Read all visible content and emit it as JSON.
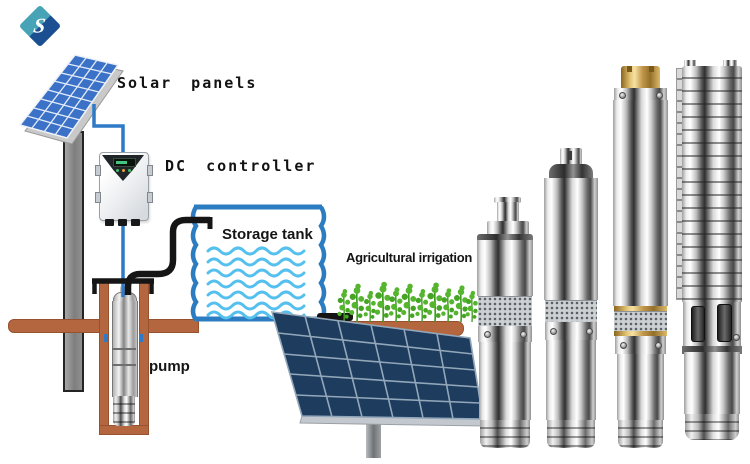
{
  "logo": {
    "letter": "S",
    "color_top": "#46a4b6",
    "color_bottom": "#1b4f91"
  },
  "labels": {
    "solar_panels": "Solar panels",
    "dc_controller": "DC controller",
    "storage_tank": "Storage tank",
    "agricultural_irrigation": "Agricultural irrigation",
    "pump": "pump"
  },
  "scene": {
    "description_components": [
      "small-solar-panel",
      "mount-pole",
      "wire",
      "dc-controller-box",
      "storage-tank",
      "delivery-pipe",
      "wellhead-clamp",
      "borehole-well",
      "submersible-pump-in-well",
      "ground",
      "crops",
      "large-solar-panel",
      "product-pump-1",
      "product-pump-2",
      "product-pump-3",
      "product-pump-4"
    ]
  },
  "colors": {
    "wire_blue": "#2e7ac6",
    "tank_border": "#2b7cc0",
    "water_wave": "#55c0ee",
    "ground_brown": "#b4663e",
    "plant_green": "#56b52e",
    "panel_small_blue": "#3b72c8",
    "panel_large_navy": "#1d3c5e",
    "pipe_black": "#151515",
    "brass_gold": "#c2964a"
  }
}
